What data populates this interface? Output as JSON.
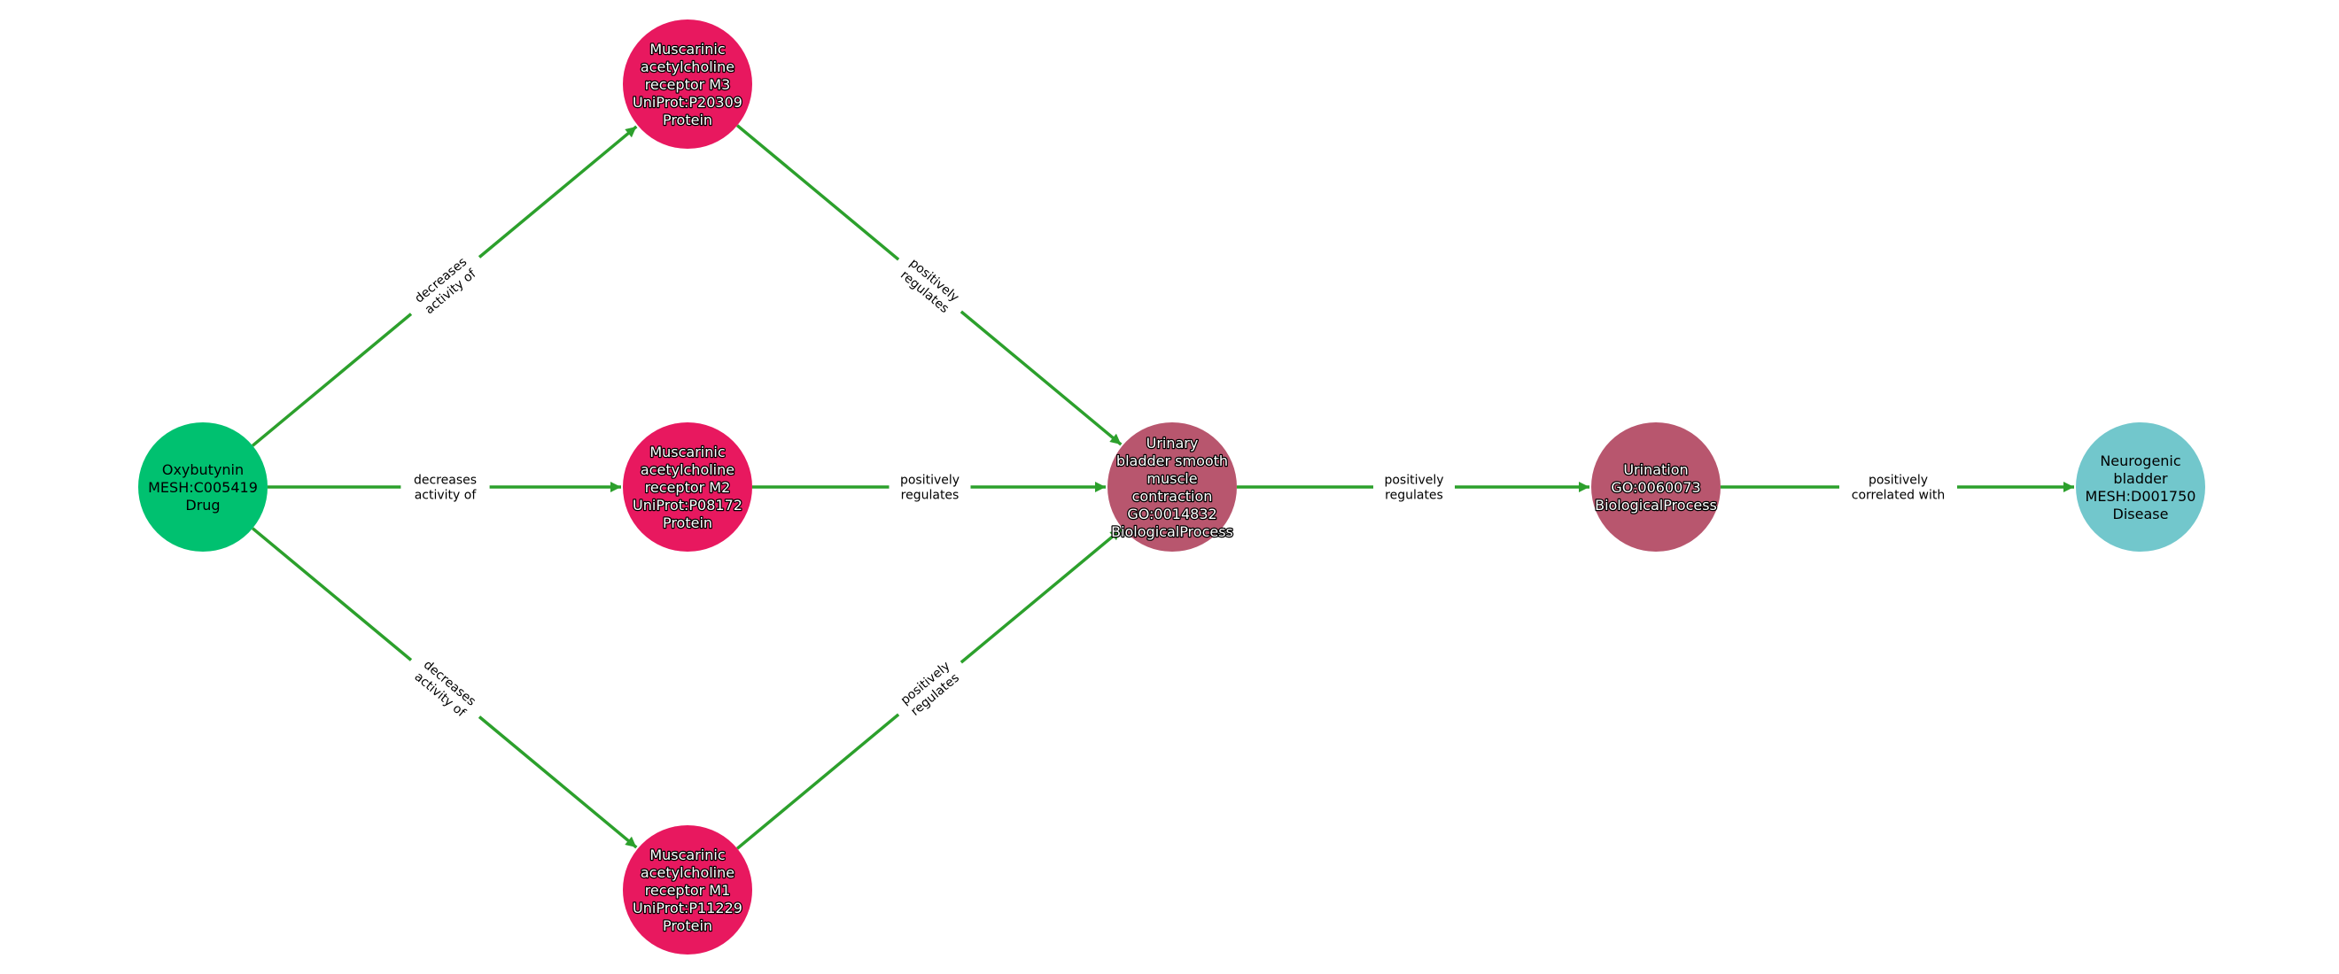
{
  "diagram": {
    "edge_color": "#2ca02c",
    "label_bg": "#ffffff",
    "nodes": [
      {
        "id": "oxybutynin",
        "lines": [
          "Oxybutynin",
          "MESH:C005419",
          "Drug"
        ],
        "color": "#00c170",
        "text_color": "#000000",
        "halo": false
      },
      {
        "id": "m3",
        "lines": [
          "Muscarinic",
          "acetylcholine",
          "receptor M3",
          "UniProt:P20309",
          "Protein"
        ],
        "color": "#e8185f",
        "text_color": "#ffffff",
        "halo": true
      },
      {
        "id": "m2",
        "lines": [
          "Muscarinic",
          "acetylcholine",
          "receptor M2",
          "UniProt:P08172",
          "Protein"
        ],
        "color": "#e8185f",
        "text_color": "#ffffff",
        "halo": true
      },
      {
        "id": "m1",
        "lines": [
          "Muscarinic",
          "acetylcholine",
          "receptor M1",
          "UniProt:P11229",
          "Protein"
        ],
        "color": "#e8185f",
        "text_color": "#ffffff",
        "halo": true
      },
      {
        "id": "contraction",
        "lines": [
          "Urinary",
          "bladder smooth",
          "muscle",
          "contraction",
          "GO:0014832",
          "BiologicalProcess"
        ],
        "color": "#b8566e",
        "text_color": "#ffffff",
        "halo": true
      },
      {
        "id": "urination",
        "lines": [
          "Urination",
          "GO:0060073",
          "BiologicalProcess"
        ],
        "color": "#b8566e",
        "text_color": "#ffffff",
        "halo": true
      },
      {
        "id": "neurogenic",
        "lines": [
          "Neurogenic",
          "bladder",
          "MESH:D001750",
          "Disease"
        ],
        "color": "#72c7cc",
        "text_color": "#000000",
        "halo": false
      }
    ],
    "edges": [
      {
        "source": "oxybutynin",
        "target": "m3",
        "label": [
          "decreases",
          "activity of"
        ]
      },
      {
        "source": "oxybutynin",
        "target": "m2",
        "label": [
          "decreases",
          "activity of"
        ]
      },
      {
        "source": "oxybutynin",
        "target": "m1",
        "label": [
          "decreases",
          "activity of"
        ]
      },
      {
        "source": "m3",
        "target": "contraction",
        "label": [
          "positively",
          "regulates"
        ]
      },
      {
        "source": "m2",
        "target": "contraction",
        "label": [
          "positively",
          "regulates"
        ]
      },
      {
        "source": "m1",
        "target": "contraction",
        "label": [
          "positively",
          "regulates"
        ]
      },
      {
        "source": "contraction",
        "target": "urination",
        "label": [
          "positively",
          "regulates"
        ]
      },
      {
        "source": "urination",
        "target": "neurogenic",
        "label": [
          "positively",
          "correlated with"
        ]
      }
    ]
  }
}
